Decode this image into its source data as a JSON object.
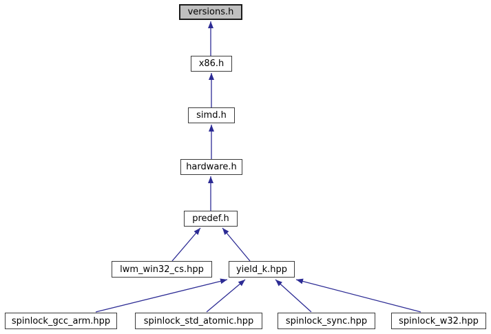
{
  "diagram": {
    "type": "doxygen-include-dependency-graph",
    "highlighted_node": "versions.h",
    "nodes": [
      {
        "label": "versions.h",
        "highlighted": true
      },
      {
        "label": "x86.h"
      },
      {
        "label": "simd.h"
      },
      {
        "label": "hardware.h"
      },
      {
        "label": "predef.h"
      },
      {
        "label": "lwm_win32_cs.hpp"
      },
      {
        "label": "yield_k.hpp"
      },
      {
        "label": "spinlock_gcc_arm.hpp"
      },
      {
        "label": "spinlock_std_atomic.hpp"
      },
      {
        "label": "spinlock_sync.hpp"
      },
      {
        "label": "spinlock_w32.hpp"
      }
    ],
    "edges": [
      {
        "from": "x86.h",
        "to": "versions.h"
      },
      {
        "from": "simd.h",
        "to": "x86.h"
      },
      {
        "from": "hardware.h",
        "to": "simd.h"
      },
      {
        "from": "predef.h",
        "to": "hardware.h"
      },
      {
        "from": "lwm_win32_cs.hpp",
        "to": "predef.h"
      },
      {
        "from": "yield_k.hpp",
        "to": "predef.h"
      },
      {
        "from": "spinlock_gcc_arm.hpp",
        "to": "yield_k.hpp"
      },
      {
        "from": "spinlock_std_atomic.hpp",
        "to": "yield_k.hpp"
      },
      {
        "from": "spinlock_sync.hpp",
        "to": "yield_k.hpp"
      },
      {
        "from": "spinlock_w32.hpp",
        "to": "yield_k.hpp"
      }
    ],
    "colors": {
      "edge": "#2c2b94",
      "node_fill": "#ffffff",
      "node_border": "#3a3a3a",
      "highlight_fill": "#c0c0c0",
      "highlight_border": "#1a1a1a",
      "background": "#ffffff"
    }
  }
}
